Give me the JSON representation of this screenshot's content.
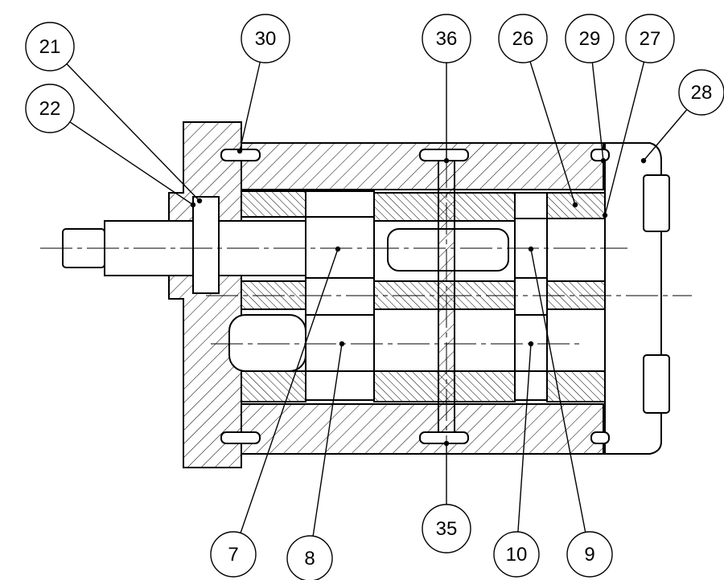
{
  "colors": {
    "line": "#000000",
    "background": "#ffffff"
  },
  "balloons": [
    {
      "id": "21",
      "label": "21"
    },
    {
      "id": "22",
      "label": "22"
    },
    {
      "id": "30",
      "label": "30"
    },
    {
      "id": "36",
      "label": "36"
    },
    {
      "id": "26",
      "label": "26"
    },
    {
      "id": "29",
      "label": "29"
    },
    {
      "id": "27",
      "label": "27"
    },
    {
      "id": "28",
      "label": "28"
    },
    {
      "id": "7",
      "label": "7"
    },
    {
      "id": "8",
      "label": "8"
    },
    {
      "id": "35",
      "label": "35"
    },
    {
      "id": "10",
      "label": "10"
    },
    {
      "id": "9",
      "label": "9"
    }
  ]
}
